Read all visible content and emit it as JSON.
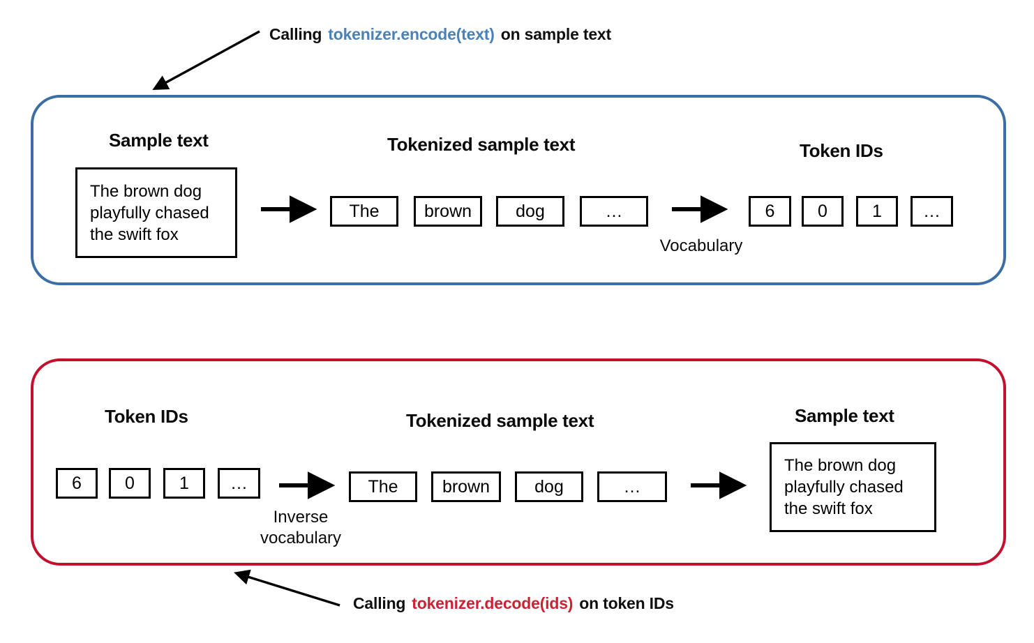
{
  "figure": {
    "background": "#ffffff",
    "encode_panel_color": "#3a6ea5",
    "decode_panel_color": "#c4102f"
  },
  "annotations": {
    "encode": {
      "prefix": "Calling",
      "code": "tokenizer.encode(text)",
      "suffix": "on sample text",
      "code_color": "#4a82b8"
    },
    "decode": {
      "prefix": "Calling",
      "code": "tokenizer.decode(ids)",
      "suffix": "on token IDs",
      "code_color": "#cc2233"
    }
  },
  "encode_panel": {
    "headings": {
      "sample_text": "Sample text",
      "tokenized": "Tokenized sample text",
      "token_ids": "Token IDs"
    },
    "sample_text_lines": [
      "The brown dog",
      "playfully chased",
      "the swift fox"
    ],
    "tokens": [
      "The",
      "brown",
      "dog",
      "…"
    ],
    "token_ids": [
      "6",
      "0",
      "1",
      "…"
    ],
    "transform_label": "Vocabulary"
  },
  "decode_panel": {
    "headings": {
      "token_ids": "Token IDs",
      "tokenized": "Tokenized sample text",
      "sample_text": "Sample text"
    },
    "token_ids": [
      "6",
      "0",
      "1",
      "…"
    ],
    "tokens": [
      "The",
      "brown",
      "dog",
      "…"
    ],
    "sample_text_lines": [
      "The brown dog",
      "playfully chased",
      "the swift fox"
    ],
    "transform_label_line1": "Inverse",
    "transform_label_line2": "vocabulary"
  },
  "icons": {
    "flow_arrow": "arrow-right-icon",
    "pointer_arrow": "pointer-arrow-icon"
  }
}
